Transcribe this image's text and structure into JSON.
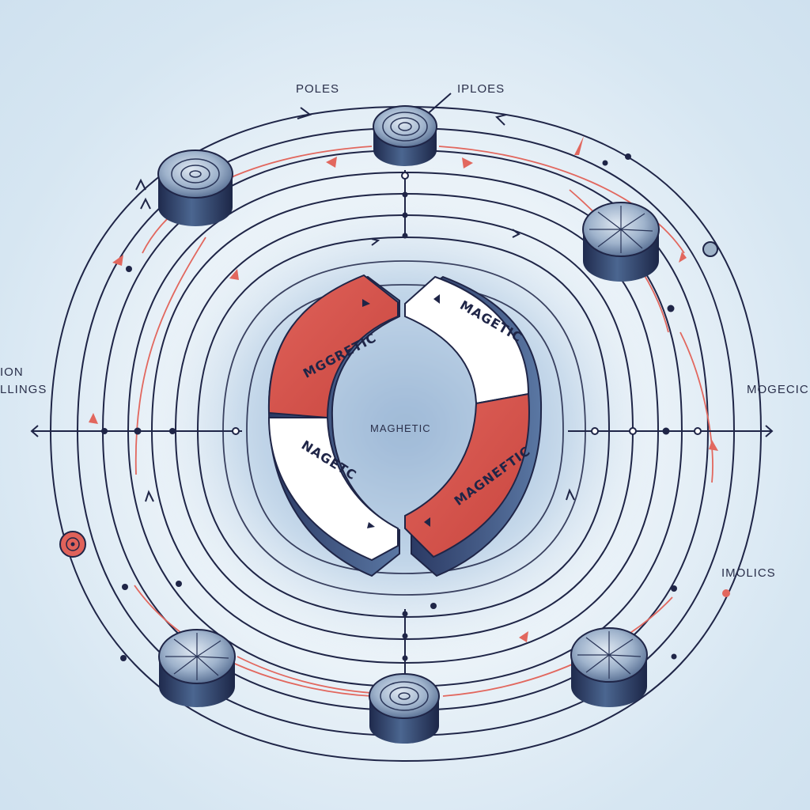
{
  "labels": {
    "top_left": "POLES",
    "top_right": "IPLOES",
    "left_line1": "ION",
    "left_line2": "LLINGS",
    "right": "MOGECIC",
    "bottom_right": "IMOLICS",
    "center": "MAGHETIC"
  },
  "magnet": {
    "left_red_text": "MGGRETIC",
    "right_white_text": "MAGETIC",
    "left_white_text": "NAGETC",
    "right_red_text": "MAGNEFTIC"
  },
  "colors": {
    "navy": "#1f2547",
    "red": "#d9544a",
    "field_red": "#e2675e",
    "white": "#ffffff",
    "steel": "#4d6a95"
  },
  "icons": {
    "disk_top": "spiral-disk-icon",
    "disk_upper_left": "spiral-disk-icon",
    "disk_upper_right": "starburst-disk-icon",
    "disk_lower_left": "starburst-disk-icon",
    "disk_lower_right": "starburst-disk-icon",
    "disk_bottom": "spiral-disk-icon",
    "marker_left": "red-target-icon",
    "marker_right": "grey-dot-icon"
  }
}
